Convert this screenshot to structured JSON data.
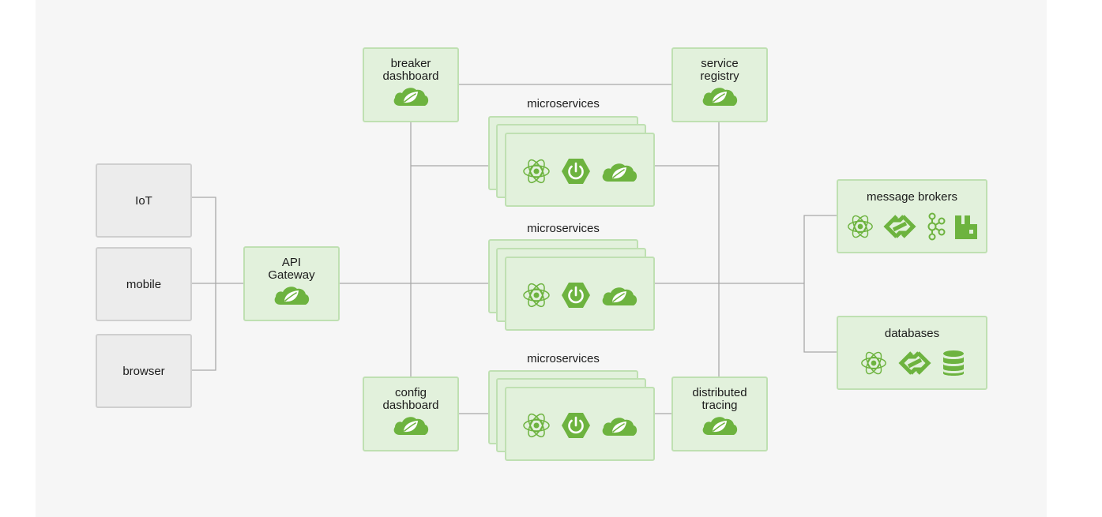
{
  "clients": {
    "iot": "IoT",
    "mobile": "mobile",
    "browser": "browser"
  },
  "gateway": {
    "label": "API Gateway",
    "line1": "API",
    "line2": "Gateway"
  },
  "breaker": {
    "line1": "breaker",
    "line2": "dashboard"
  },
  "registry": {
    "line1": "service",
    "line2": "registry"
  },
  "config": {
    "line1": "config",
    "line2": "dashboard"
  },
  "tracing": {
    "line1": "distributed",
    "line2": "tracing"
  },
  "microservices": [
    {
      "title": "microservices",
      "icons": [
        "atom-icon",
        "spring-boot-power-icon",
        "spring-leaf-icon"
      ]
    },
    {
      "title": "microservices",
      "icons": [
        "atom-icon",
        "spring-boot-power-icon",
        "spring-leaf-icon"
      ]
    },
    {
      "title": "microservices",
      "icons": [
        "atom-icon",
        "spring-boot-power-icon",
        "spring-leaf-icon"
      ]
    }
  ],
  "message_brokers": {
    "label": "message brokers",
    "icons": [
      "atom-icon",
      "chain-link-icon",
      "kafka-icon",
      "rabbitmq-icon"
    ]
  },
  "databases": {
    "label": "databases",
    "icons": [
      "atom-icon",
      "chain-link-icon",
      "database-icon"
    ]
  },
  "colors": {
    "green": "#6db33f",
    "box_fill": "#e2f1dc",
    "box_border": "#bfe0b2",
    "client_fill": "#ececec",
    "client_border": "#cfcfcf",
    "line": "#a8a8a8",
    "background": "#f6f6f6"
  }
}
